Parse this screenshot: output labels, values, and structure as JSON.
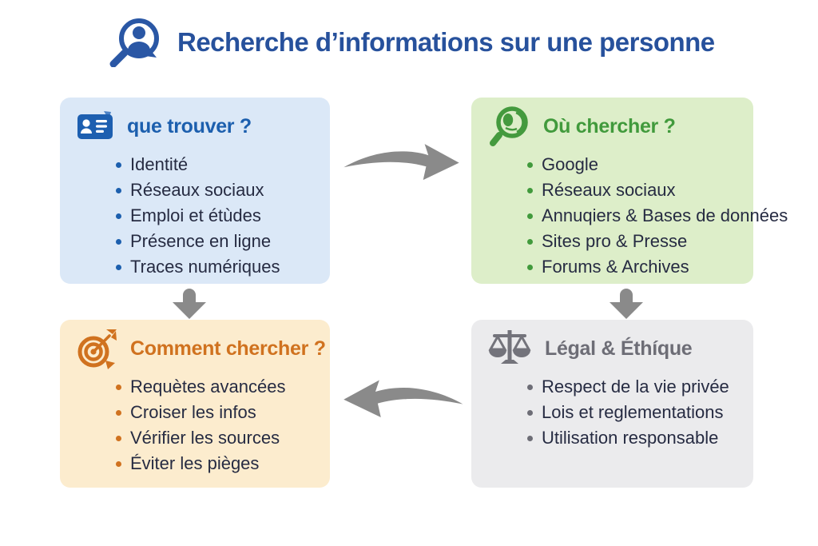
{
  "title": "Recherche d’informations sur une personne",
  "palette": {
    "title_blue": "#27519c",
    "box_what_bg": "#dbe8f7",
    "box_what_accent": "#1c5fae",
    "box_where_bg": "#ddeec9",
    "box_where_accent": "#419a3c",
    "box_how_bg": "#fcecce",
    "box_how_accent": "#d0721f",
    "box_legal_bg": "#ebebed",
    "box_legal_accent": "#6d6d76",
    "body_text": "#262b42",
    "arrow_gray": "#8a8a8a"
  },
  "boxes": [
    {
      "id": "what",
      "icon": "id-card-icon",
      "header": "que trouver ?",
      "items": [
        "Identité",
        "Réseaux sociaux",
        "Emploi et étùdes",
        "Présence en ligne",
        "Traces numériques"
      ]
    },
    {
      "id": "where",
      "icon": "search-globe-icon",
      "header": "Où chercher ?",
      "items": [
        "Google",
        "Réseaux sociaux",
        "Annuqiers & Bases de données",
        "Sites pro & Presse",
        "Forums & Archives"
      ]
    },
    {
      "id": "how",
      "icon": "target-arrow-icon",
      "header": "Comment chercher ?",
      "items": [
        "Requètes avancées",
        "Croiser les infos",
        "Vérifier les sources",
        "Éviter les pièges"
      ]
    },
    {
      "id": "legal",
      "icon": "scales-icon",
      "header": "Légal & Éthíque",
      "items": [
        "Respect de la vie privée",
        "Lois et reglementations",
        "Utilisation responsable"
      ]
    }
  ]
}
